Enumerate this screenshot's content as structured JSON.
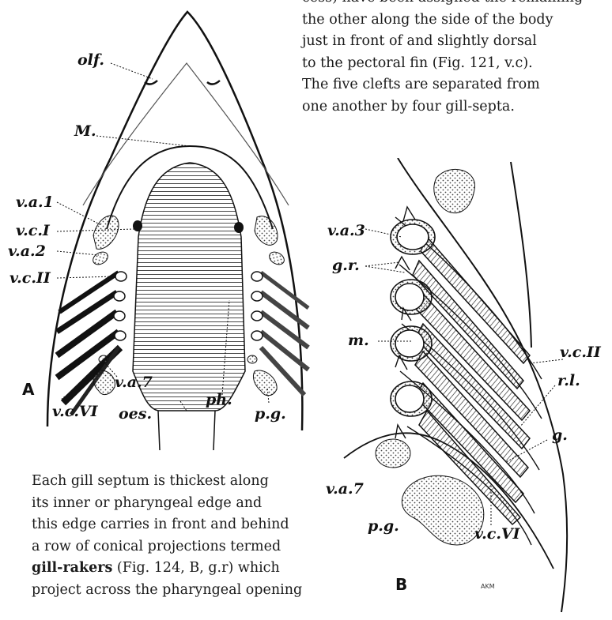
{
  "top_text": {
    "lines": [
      "cess) have been assigned the remaining",
      "the other along the side of the body",
      "just in front of and slightly dorsal",
      "to the pectoral fin (Fig. 121, v.c).",
      "The five clefts are separated from",
      "one another by four gill-septa."
    ]
  },
  "bottom_text": {
    "line1": "Each gill septum is thickest along",
    "line2": "its inner or pharyngeal edge and",
    "line3": "this edge carries in front and behind",
    "line4": "a row of conical projections termed",
    "line5_bold": "gill-rakers",
    "line5_rest": " (Fig. 124, B, g.r) which",
    "line6": "project across the pharyngeal opening"
  },
  "figure_a": {
    "panel_label": "A",
    "labels": {
      "olf": "olf.",
      "M": "M.",
      "va1": "v.a.1",
      "vcI": "v.c.I",
      "va2": "v.a.2",
      "vcII": "v.c.II",
      "vcVI": "v.c.VI",
      "va7": "v.a.7",
      "oes": "oes.",
      "ph": "ph.",
      "pg": "p.g."
    }
  },
  "figure_b": {
    "panel_label": "B",
    "signature": "AKM",
    "labels": {
      "va3": "v.a.3",
      "gr": "g.r.",
      "vcII": "v.c.II",
      "m": "m.",
      "rl": "r.l.",
      "g": "g.",
      "va7": "v.a.7",
      "pg": "p.g.",
      "vcVI": "v.c.VI"
    }
  }
}
